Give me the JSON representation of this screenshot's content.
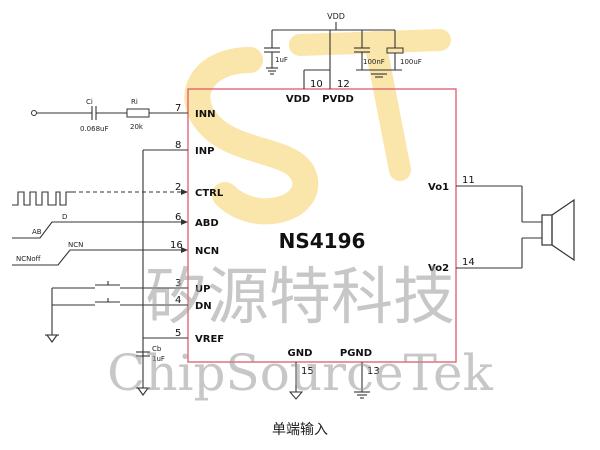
{
  "supply": {
    "vdd": "VDD"
  },
  "capacitors": {
    "c_1uf": "1uF",
    "c_100nf": "100nF",
    "c_100uf": "100uF",
    "ci_name": "Ci",
    "ci_value": "0.068uF",
    "cb_name": "Cb",
    "cb_value": "1uF"
  },
  "resistor": {
    "name": "Ri",
    "value": "20k"
  },
  "chip": {
    "name": "NS4196"
  },
  "pins": {
    "inn": {
      "num": "7",
      "label": "INN"
    },
    "inp": {
      "num": "8",
      "label": "INP"
    },
    "ctrl": {
      "num": "2",
      "label": "CTRL"
    },
    "abd": {
      "num": "6",
      "label": "ABD"
    },
    "ncn": {
      "num": "16",
      "label": "NCN"
    },
    "up": {
      "num": "3",
      "label": "UP"
    },
    "dn": {
      "num": "4",
      "label": "DN"
    },
    "vref": {
      "num": "5",
      "label": "VREF"
    },
    "vdd": {
      "num": "10",
      "label": "VDD"
    },
    "pvdd": {
      "num": "12",
      "label": "PVDD"
    },
    "vo1": {
      "num": "11",
      "label": "Vo1"
    },
    "vo2": {
      "num": "14",
      "label": "Vo2"
    },
    "gnd": {
      "num": "15",
      "label": "GND"
    },
    "pgnd": {
      "num": "13",
      "label": "PGND"
    }
  },
  "signals": {
    "ab": "AB",
    "d": "D",
    "ncn": "NCN",
    "ncnoff": "NCNoff"
  },
  "watermark": {
    "cn": "矽源特科技",
    "en": "ChipSourceTek",
    "logo_color": "#f5c542"
  },
  "caption": "单端输入",
  "colors": {
    "chip_border": "#e05a6a",
    "wire": "#333333"
  }
}
